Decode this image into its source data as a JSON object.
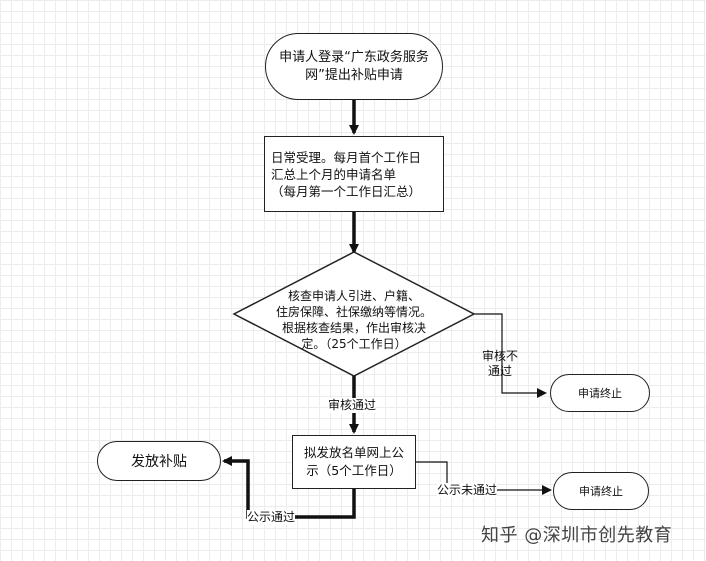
{
  "nodes": {
    "start": "申请人登录“广东政务服务\n网”提出补贴申请",
    "accept": "日常受理。每月首个工作日\n汇总上个月的申请名单\n（每月第一个工作日汇总）",
    "review": "核查申请人引进、户籍、\n住房保障、社保缴纳等情况。\n根据核查结果，作出审核决\n定。（25个工作日）",
    "end1": "申请终止",
    "publish": "拟发放名单网上公\n示（5个工作日）",
    "end2": "申请终止",
    "grant": "发放补贴"
  },
  "edges": {
    "review_fail": "审核不\n通过",
    "review_pass": "审核通过",
    "publish_fail": "公示未通过",
    "publish_pass": "公示通过"
  },
  "watermark": "知乎 @深圳市创先教育"
}
